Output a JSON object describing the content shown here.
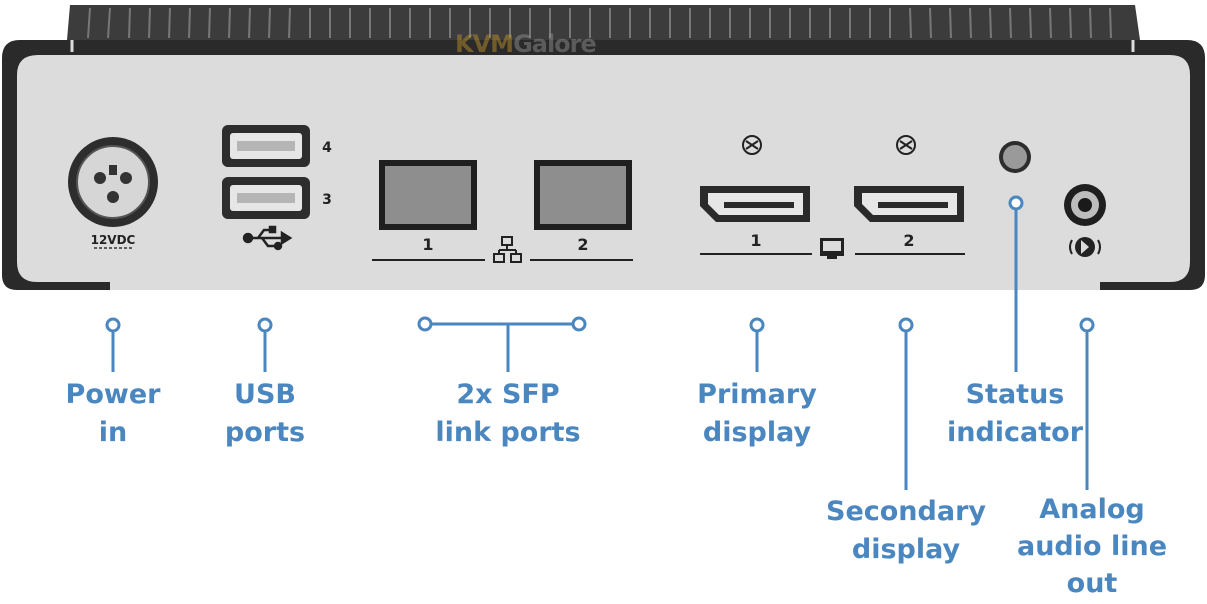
{
  "watermark": {
    "part1": "KVM",
    "part2": "Galore"
  },
  "device_labels": {
    "power_rating": "12VDC",
    "usb_port_top": "4",
    "usb_port_bottom": "3",
    "sfp_port_1": "1",
    "sfp_port_2": "2",
    "display_port_1": "1",
    "display_port_2": "2"
  },
  "callouts": {
    "power": [
      "Power",
      "in"
    ],
    "usb": [
      "USB",
      "ports"
    ],
    "sfp": [
      "2x SFP",
      "link ports"
    ],
    "primary": [
      "Primary",
      "display"
    ],
    "secondary": [
      "Secondary",
      "display"
    ],
    "status": [
      "Status",
      "indicator"
    ],
    "audio": [
      "Analog",
      "audio line",
      "out"
    ]
  },
  "icons": [
    "usb-icon",
    "network-icon",
    "monitor-icon",
    "audio-icon"
  ],
  "colors": {
    "callout": "#4a86bf",
    "panel": "#dcdcdc",
    "frame": "#2a2a2a"
  }
}
